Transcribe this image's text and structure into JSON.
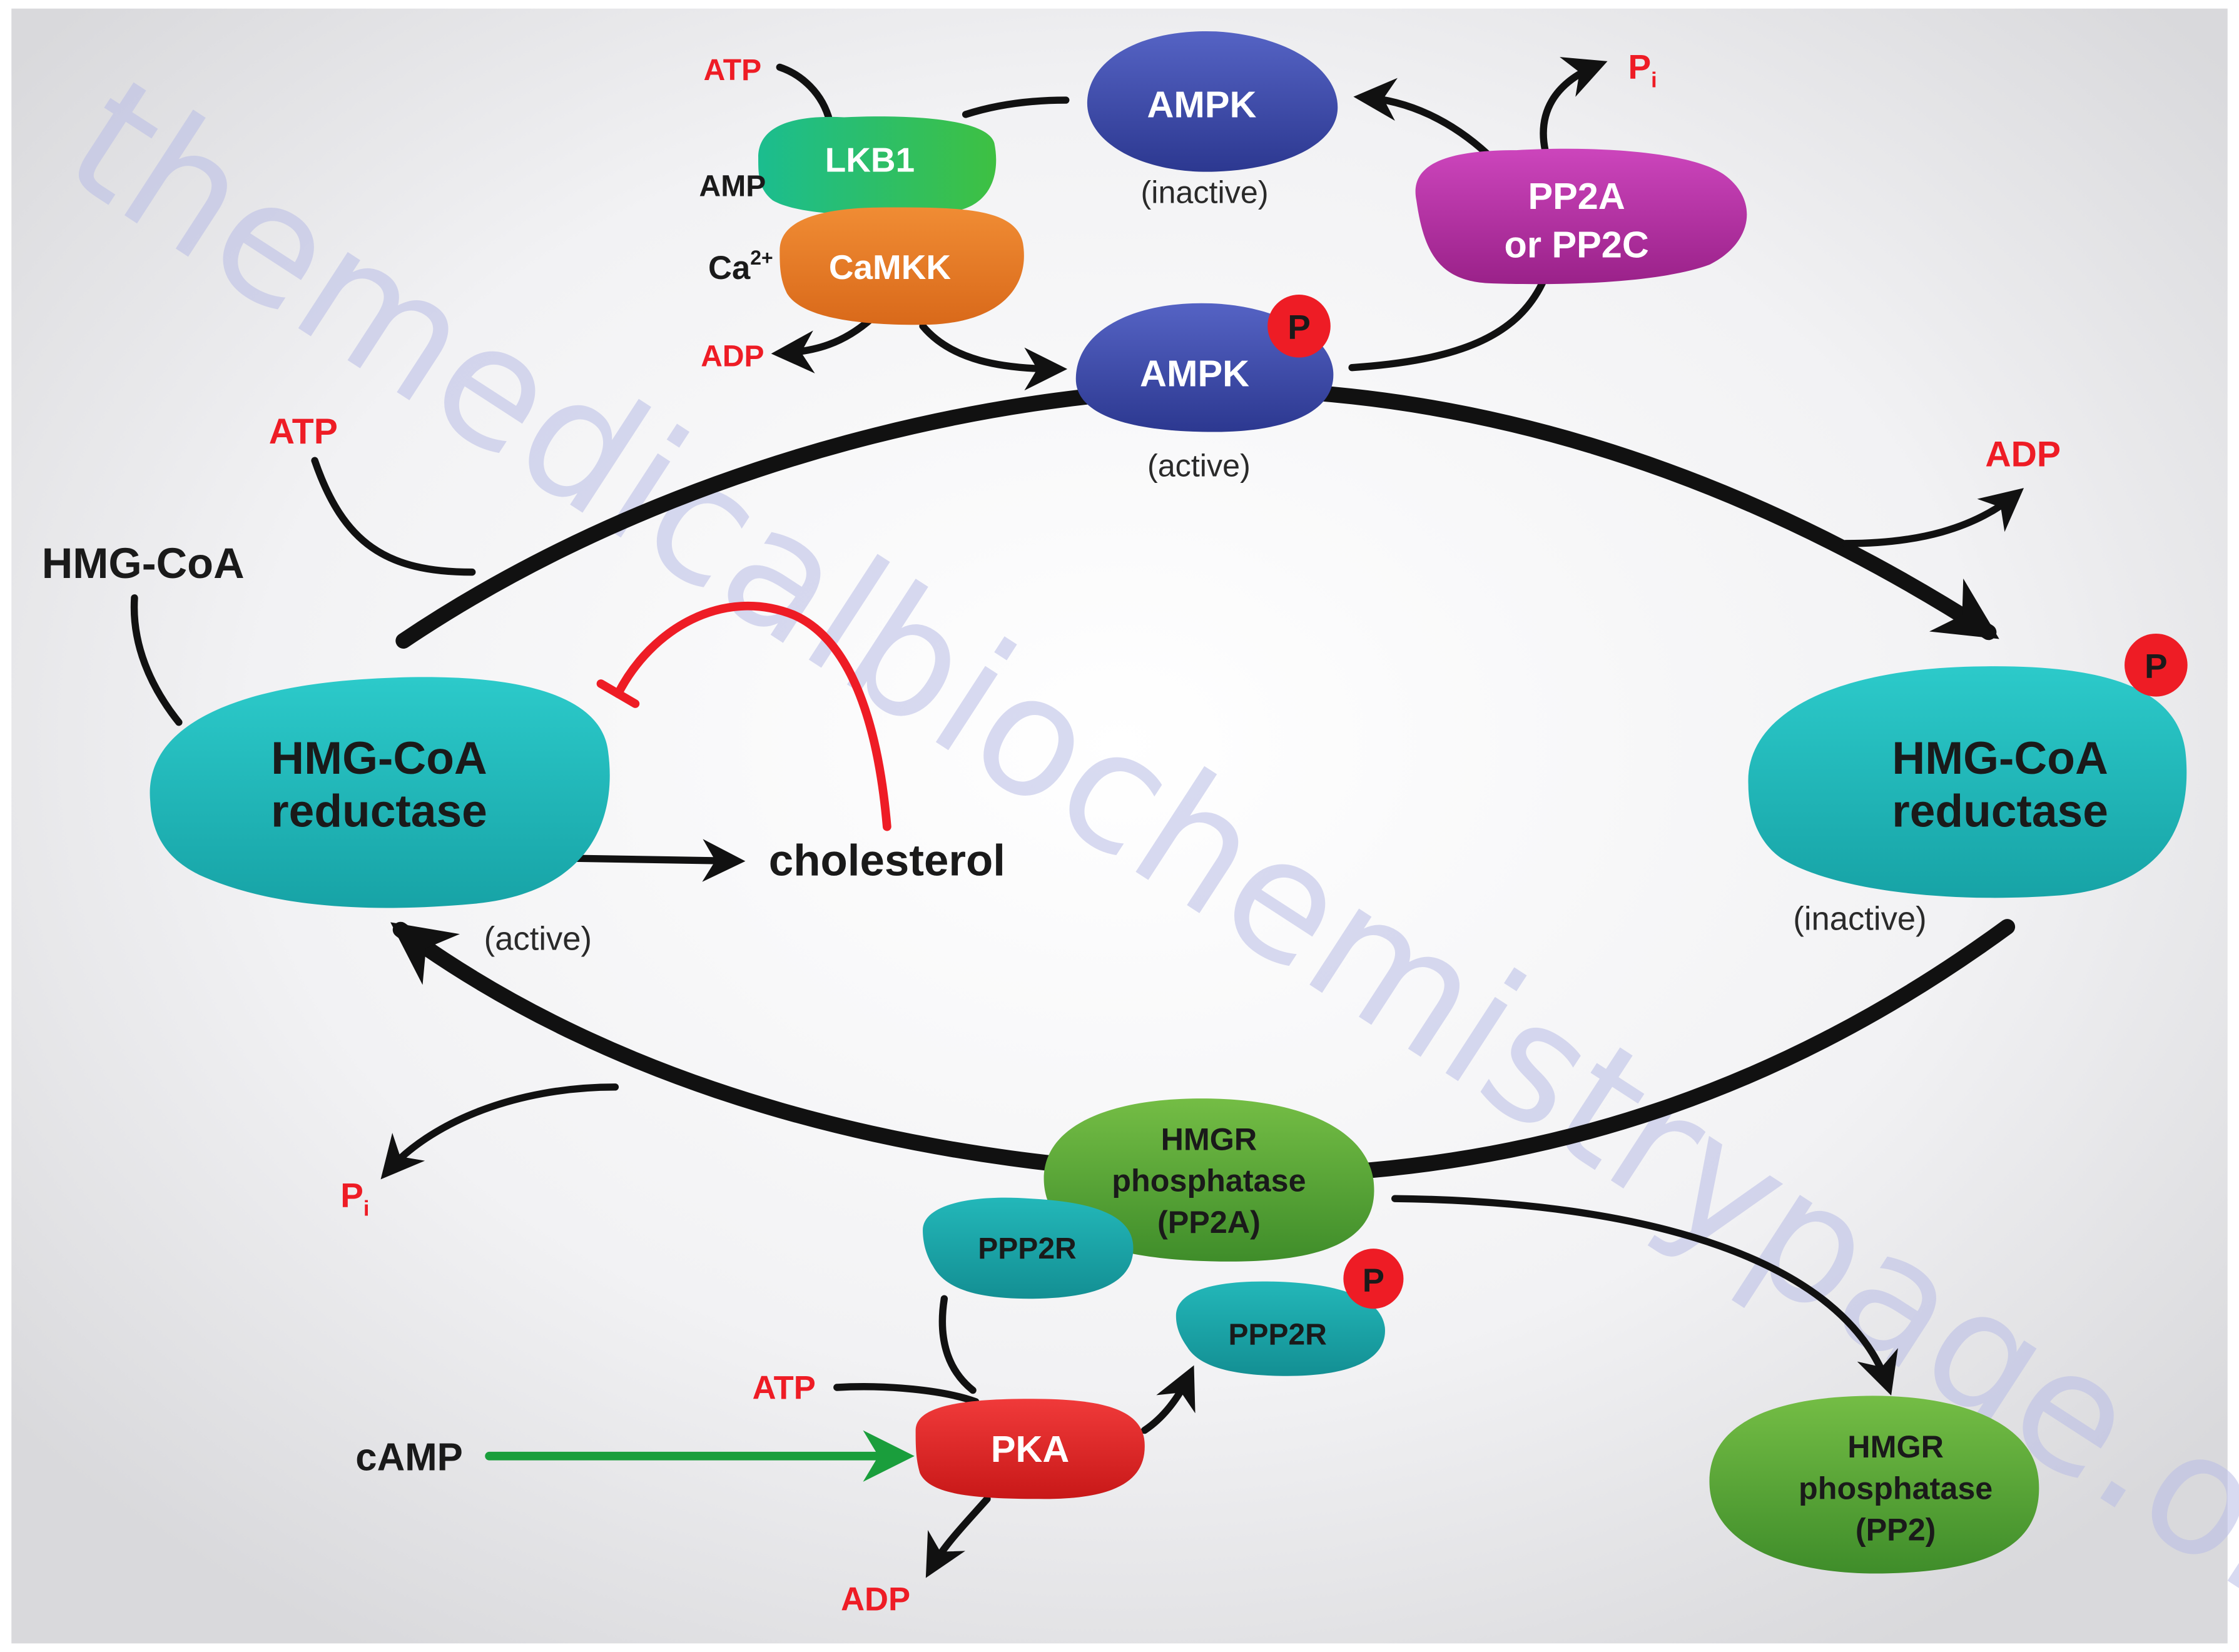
{
  "watermark": "themedicalbiochemistrypage.org",
  "ampk_cycle": {
    "ampk_inactive": "AMPK",
    "ampk_inactive_state": "(inactive)",
    "ampk_active": "AMPK",
    "ampk_active_state": "(active)",
    "phospho": "P",
    "lkb1": "LKB1",
    "camkk": "CaMKK",
    "atp_top": "ATP",
    "amp": "AMP",
    "ca": "Ca",
    "ca_sup": "2+",
    "adp_top": "ADP",
    "phosphatase_line1": "PP2A",
    "phosphatase_line2": "or PP2C",
    "pi_top": "P",
    "pi_sub": "i"
  },
  "main_cycle": {
    "hmg_coa": "HMG-CoA",
    "left_line1": "HMG-CoA",
    "left_line2": "reductase",
    "left_state": "(active)",
    "right_line1": "HMG-CoA",
    "right_line2": "reductase",
    "right_state": "(inactive)",
    "right_phospho": "P",
    "cholesterol": "cholesterol",
    "atp_left": "ATP",
    "adp_right": "ADP"
  },
  "bottom": {
    "hmgr_line1": "HMGR",
    "hmgr_line2": "phosphatase",
    "hmgr_line3": "(PP2A)",
    "ppp2r": "PPP2R",
    "ppp2r_p": "PPP2R",
    "ppp2r_phospho": "P",
    "pka": "PKA",
    "camp": "cAMP",
    "atp_pka": "ATP",
    "adp_pka": "ADP",
    "pi_left": "P",
    "pi_left_sub": "i",
    "pp2_line1": "HMGR",
    "pp2_line2": "phosphatase",
    "pp2_line3": "(PP2)"
  },
  "colors": {
    "ampk_blue": "#3a48a8",
    "lkb1_green": "#2fbf6a",
    "camkk_orange": "#e87b22",
    "pp2a_magenta": "#b52fa4",
    "reductase_teal": "#1fb8b8",
    "hmgr_green": "#5aa83a",
    "ppp2r_teal": "#1aa6a8",
    "pka_red": "#e02a2a",
    "phospho_red": "#ee1c25",
    "activation_green": "#1a9e3c"
  }
}
